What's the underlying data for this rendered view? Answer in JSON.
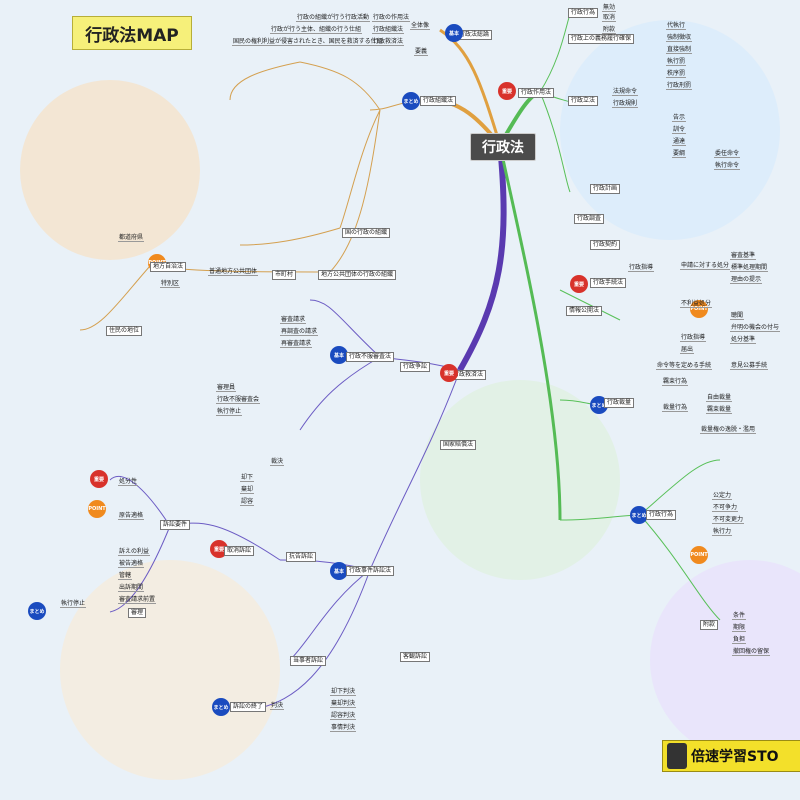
{
  "title": "行政法MAP",
  "center": "行政法",
  "footer": "倍速学習STO",
  "colors": {
    "orange": "#e0a040",
    "purple": "#5a3ab0",
    "green": "#55bb55",
    "navy": "#2a3a9a",
    "dark": "#333333"
  },
  "tags": {
    "matome": "まとめ",
    "kihon": "基本",
    "point": "POINT",
    "juyo": "重要"
  },
  "branches": {
    "organization": {
      "label": "行政組織法",
      "orange": [
        "国の行政の組織",
        "地方公共団体の行政の組織",
        "特別区",
        "普通地方公共団体",
        "地方自治法",
        "都道府県",
        "市町村",
        "住民の地位"
      ]
    },
    "general": {
      "label": "行政法総論",
      "items": [
        "行政の組織が行う行政活動",
        "行政が行う主体、組織の行う仕組",
        "国民の権利利益が侵害されたとき、国民を救済する仕組",
        "行政の作用法",
        "行政組織法",
        "行政救済法",
        "全体像",
        "要義"
      ]
    },
    "action": {
      "label": "行政作用法",
      "items": [
        "行政行為",
        "行政立法",
        "行政計画",
        "行政調査",
        "行政契約",
        "行政指導",
        "行政手続法",
        "情報公開法",
        "行政裁量"
      ]
    },
    "relief": {
      "label": "行政救済法",
      "items": [
        "行政不服審査法",
        "行政事件訴訟法",
        "国家賠償法",
        "行政争訟",
        "取消訴訟",
        "抗告訴訟",
        "当事者訴訟",
        "客観訴訟",
        "訴訟要件",
        "審理",
        "訴訟の終了"
      ]
    }
  },
  "labels": {
    "top_right": [
      "行政行為",
      "無効",
      "取消",
      "附款",
      "行政上の義務履行確保",
      "代執行",
      "強制徴収",
      "直接強制",
      "執行罰",
      "秩序罰",
      "行政刑罰"
    ],
    "mid_right": [
      "委任命令",
      "執行命令",
      "法規命令",
      "行政規則",
      "告示",
      "訓令",
      "通達",
      "要綱"
    ],
    "process": [
      "申請に対する処分",
      "審査基準",
      "標準処理期間",
      "理由の提示",
      "不利益処分",
      "聴聞",
      "弁明の機会の付与",
      "処分基準",
      "行政指導",
      "届出",
      "命令等を定める手続",
      "意見公募手続"
    ],
    "discretion": [
      "羈束行為",
      "裁量行為",
      "自由裁量",
      "羈束裁量",
      "裁量権の逸脱・濫用"
    ],
    "lower_right": [
      "公定力",
      "不可争力",
      "不可変更力",
      "執行力",
      "附款",
      "条件",
      "期限",
      "負担",
      "撤回権の留保"
    ],
    "left_bottom": [
      "処分性",
      "原告適格",
      "訴えの利益",
      "被告適格",
      "管轄",
      "出訴期間",
      "審査請求前置",
      "執行停止",
      "判決",
      "却下判決",
      "棄却判決",
      "認容判決",
      "事情判決"
    ],
    "center_mid": [
      "審査請求",
      "再調査の請求",
      "再審査請求",
      "審理員",
      "行政不服審査会",
      "執行停止",
      "裁決",
      "却下",
      "棄却",
      "認容"
    ]
  }
}
